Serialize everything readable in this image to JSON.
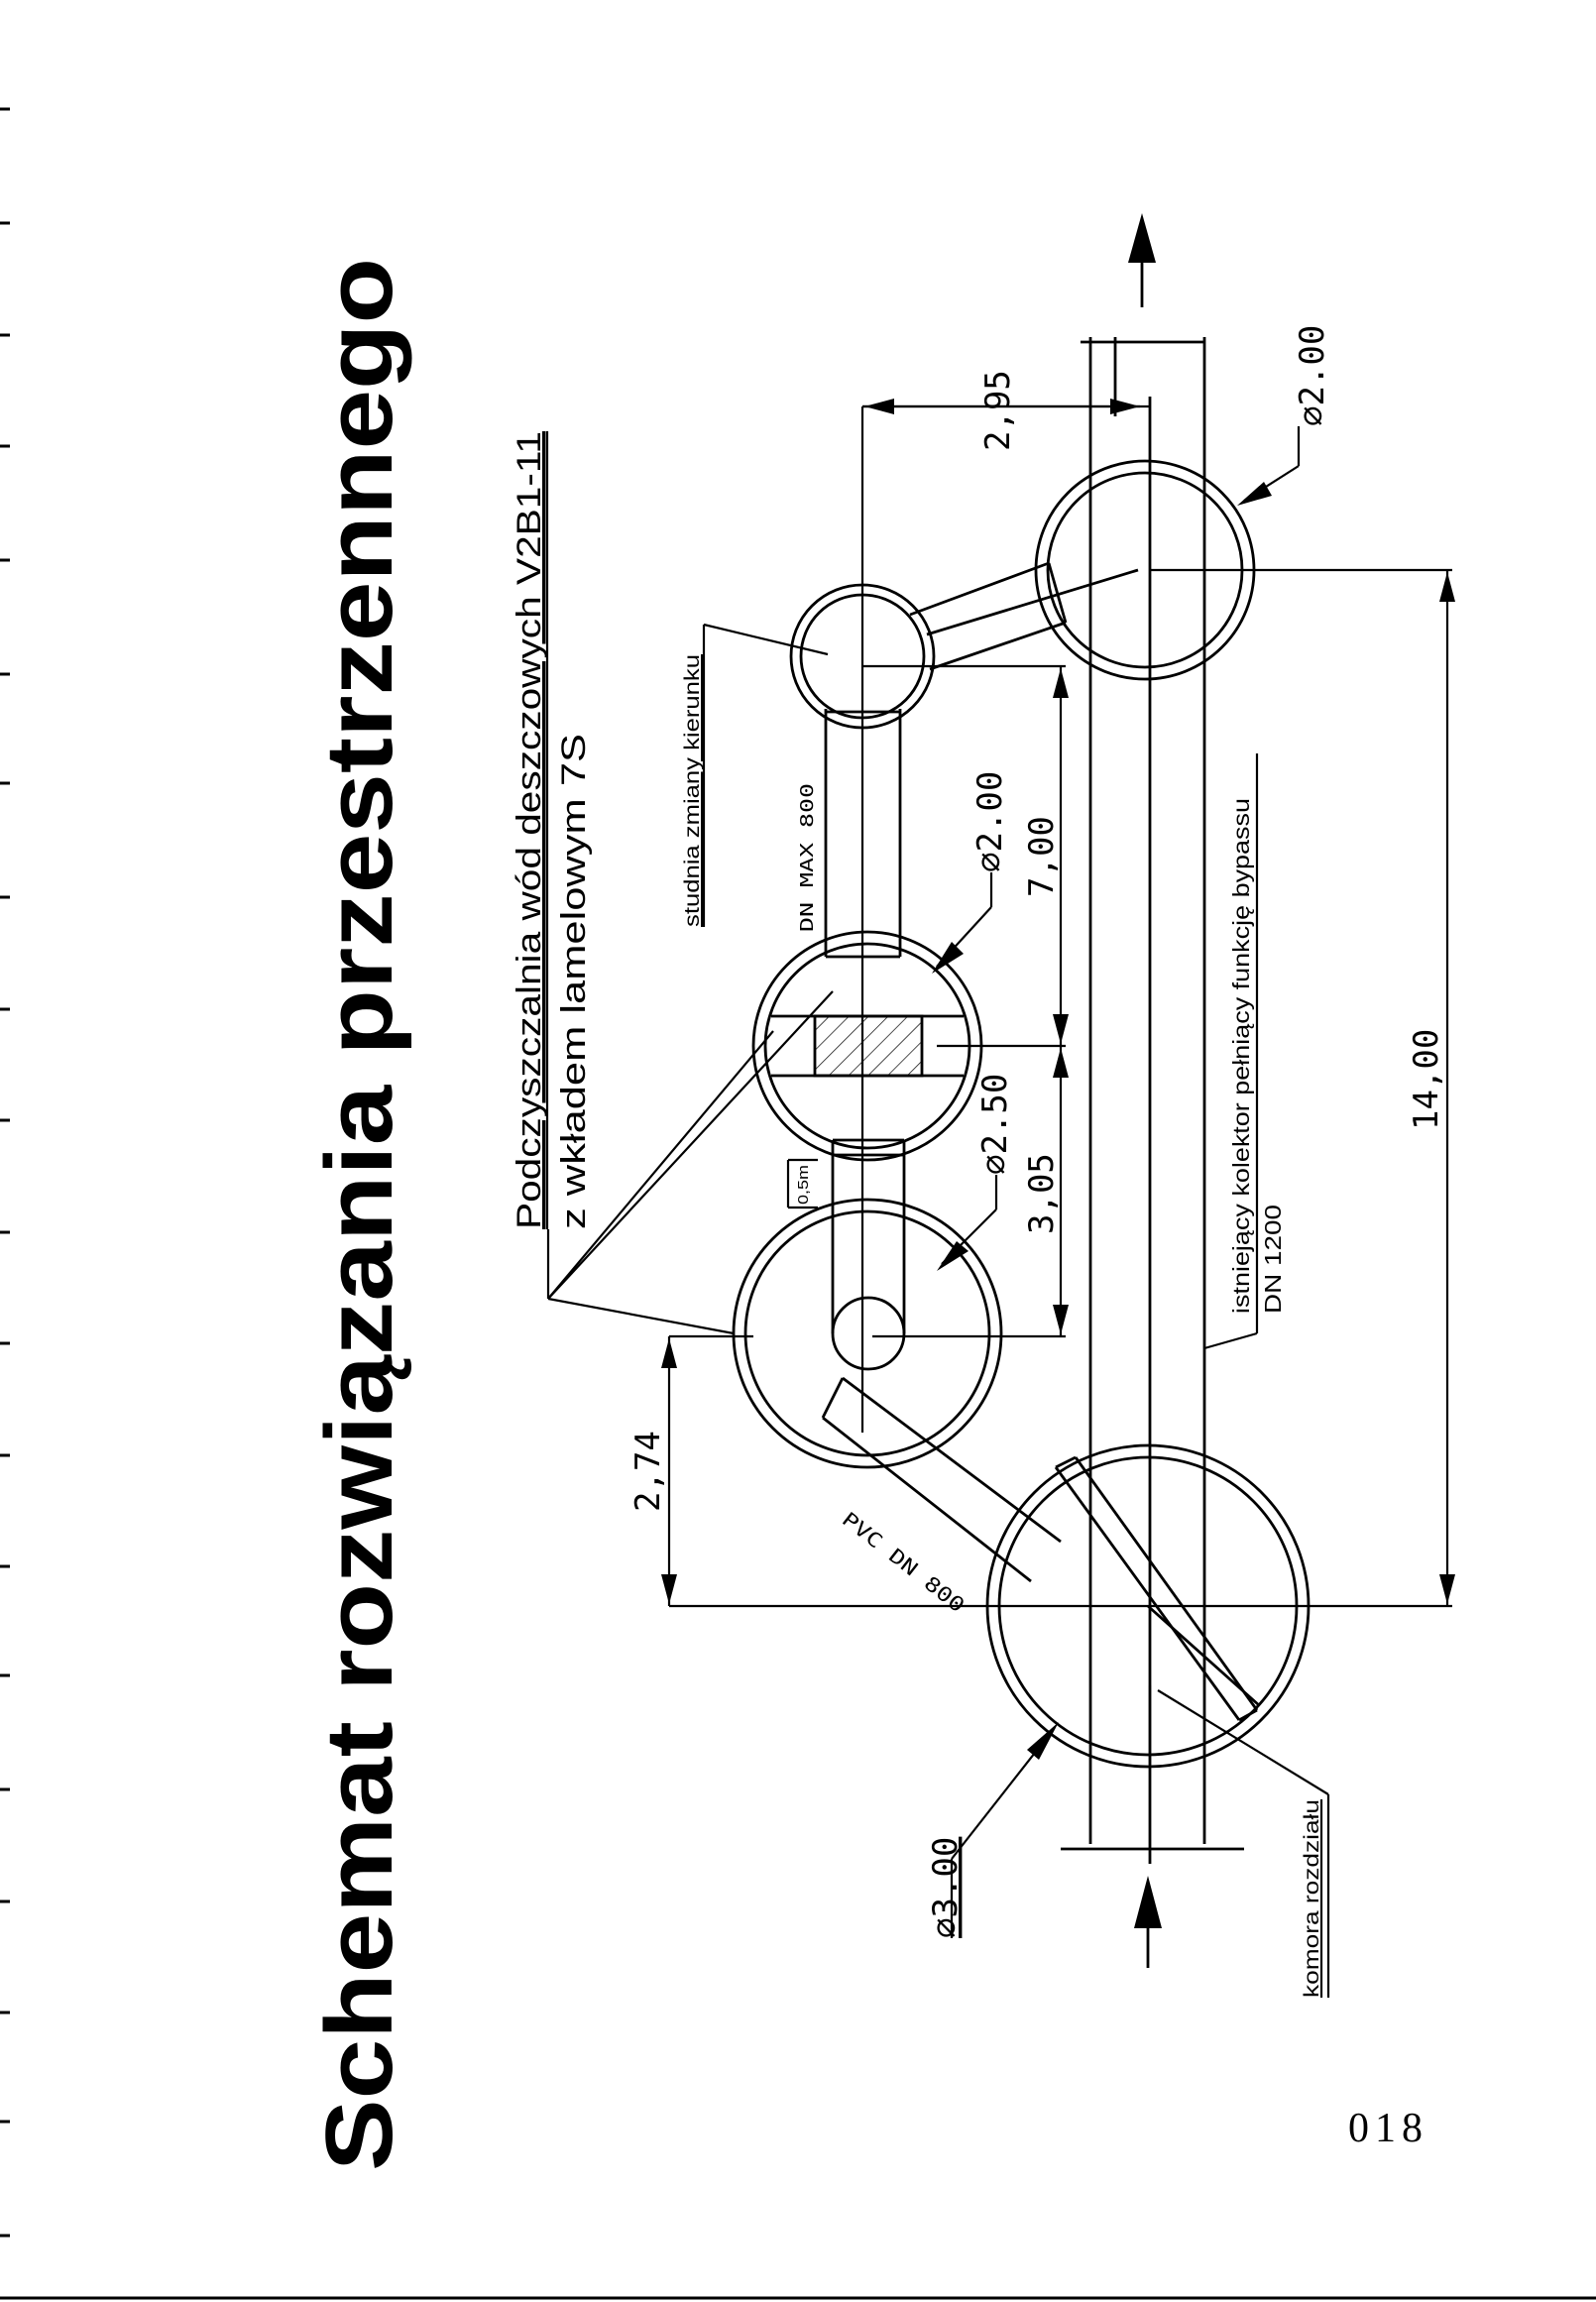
{
  "title": "Schemat rozwiązania przestrzennego",
  "subtitle_line1": "Podczyszczalnia wód deszczowych V2B1-11",
  "subtitle_line2": "z wkładem lamelowym 7S",
  "labels": {
    "studnia": "studnia zmiany kierunku",
    "dn_max": "DN MAX 800",
    "kolektor_line1": "istniejący kolektor pełniący funkcję bypassu",
    "kolektor_line2": "DN 1200",
    "pvc": "PVC DN 800",
    "komora": "komora rozdziału",
    "half_m": "0,5m"
  },
  "dimensions": {
    "d295": "2,95",
    "d700": "7,00",
    "d305": "3,05",
    "d1400": "14,00",
    "d274": "2,74"
  },
  "diameters": {
    "phi_200_top": "⌀2.00",
    "phi_200_mid": "⌀2.00",
    "phi_250": "⌀2.50",
    "phi_300": "⌀3.00"
  },
  "page_number": "018"
}
